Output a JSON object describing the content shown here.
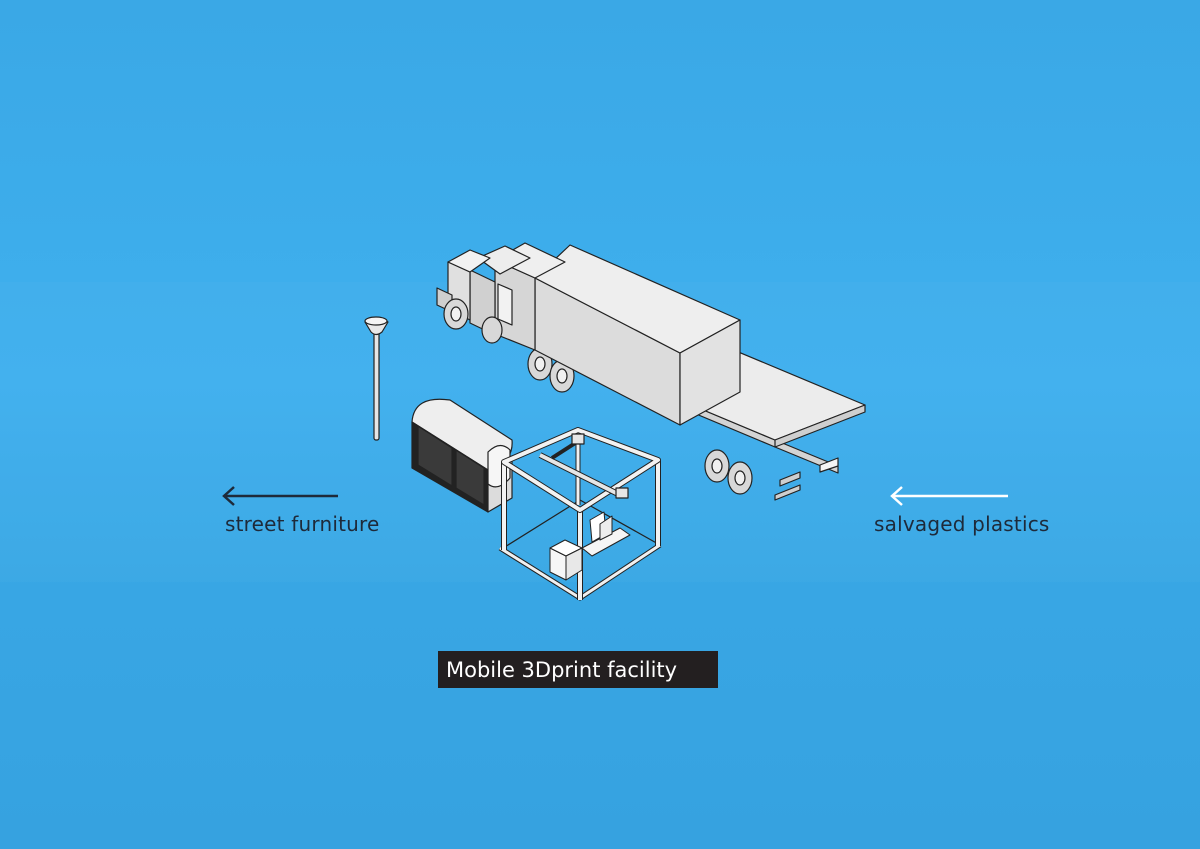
{
  "labels": {
    "left": "street furniture",
    "right": "salvaged plastics",
    "title": "Mobile 3Dprint facility"
  },
  "icons": [
    "truck-with-trailer",
    "street-lamp",
    "street-kiosk",
    "3d-printer-frame",
    "left-arrow",
    "right-arrow"
  ],
  "colors": {
    "background": "#3fb0ee",
    "object_fill": "#e6e6e6",
    "outline": "#222222",
    "left_arrow": "#1e2a3a",
    "right_arrow": "#ffffff",
    "title_box": "#231f20",
    "title_text": "#ffffff"
  }
}
